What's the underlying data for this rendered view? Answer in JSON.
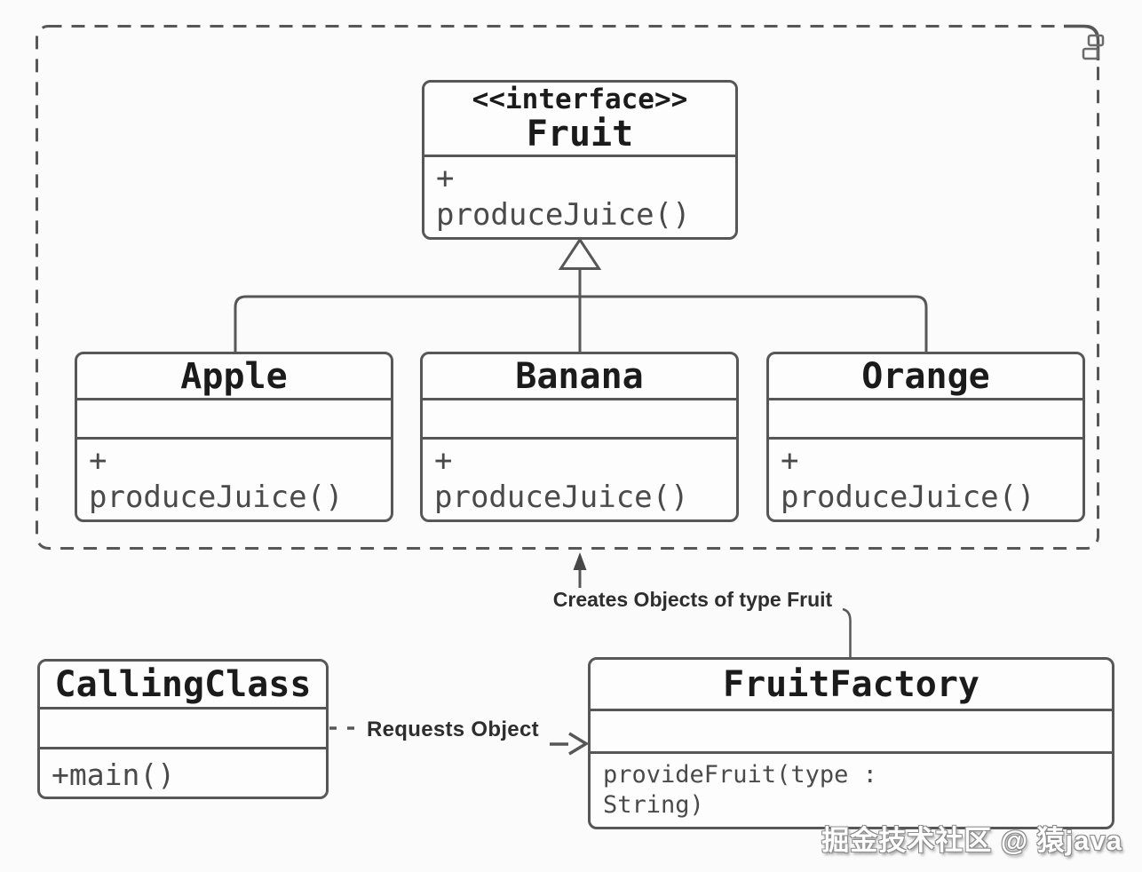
{
  "colors": {
    "background": "#fbfbfb",
    "line": "#575757",
    "title_text": "#1b1b1b",
    "method_text": "#4a4a4a",
    "label_text": "#2e2e2e",
    "watermark_text": "#ffffff"
  },
  "diagram": {
    "fruit_interface": {
      "stereotype": "<<interface>>",
      "name": "Fruit",
      "visibility": "+",
      "method": "produceJuice()"
    },
    "implementations": [
      {
        "name": "Apple",
        "visibility": "+",
        "method": "produceJuice()"
      },
      {
        "name": "Banana",
        "visibility": "+",
        "method": "produceJuice()"
      },
      {
        "name": "Orange",
        "visibility": "+",
        "method": "produceJuice()"
      }
    ],
    "creates_label": "Creates Objects of type Fruit",
    "requests_label": "Requests Object",
    "calling_class": {
      "name": "CallingClass",
      "method": "+main()"
    },
    "fruit_factory": {
      "name": "FruitFactory",
      "method_line1": "provideFruit(type :",
      "method_line2": "String)"
    },
    "watermark": "掘金技术社区 @ 猿java"
  }
}
